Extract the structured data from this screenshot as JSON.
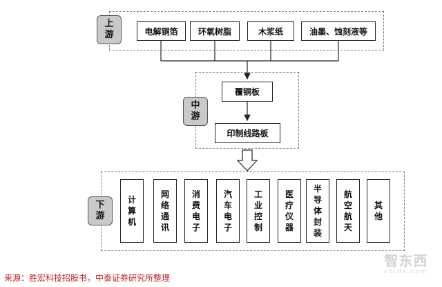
{
  "upstream": {
    "label": "上游",
    "items": [
      "电解铜箔",
      "环氧树脂",
      "木浆纸",
      "油墨、蚀刻液等"
    ]
  },
  "midstream": {
    "label": "中游",
    "items": [
      "覆铜板",
      "印制线路板"
    ]
  },
  "downstream": {
    "label": "下游",
    "items": [
      "计算机",
      "网络通讯",
      "消费电子",
      "汽车电子",
      "工业控制",
      "医疗仪器",
      "半导体封装",
      "航空航天",
      "其他"
    ]
  },
  "watermark": {
    "main": "智东西",
    "sub": "zhidx.com"
  },
  "source": "来源：胜宏科技招股书，中泰证券研究所整理",
  "colors": {
    "stage_label_bg": "#c9c9c9",
    "source_text": "#c0202a"
  }
}
